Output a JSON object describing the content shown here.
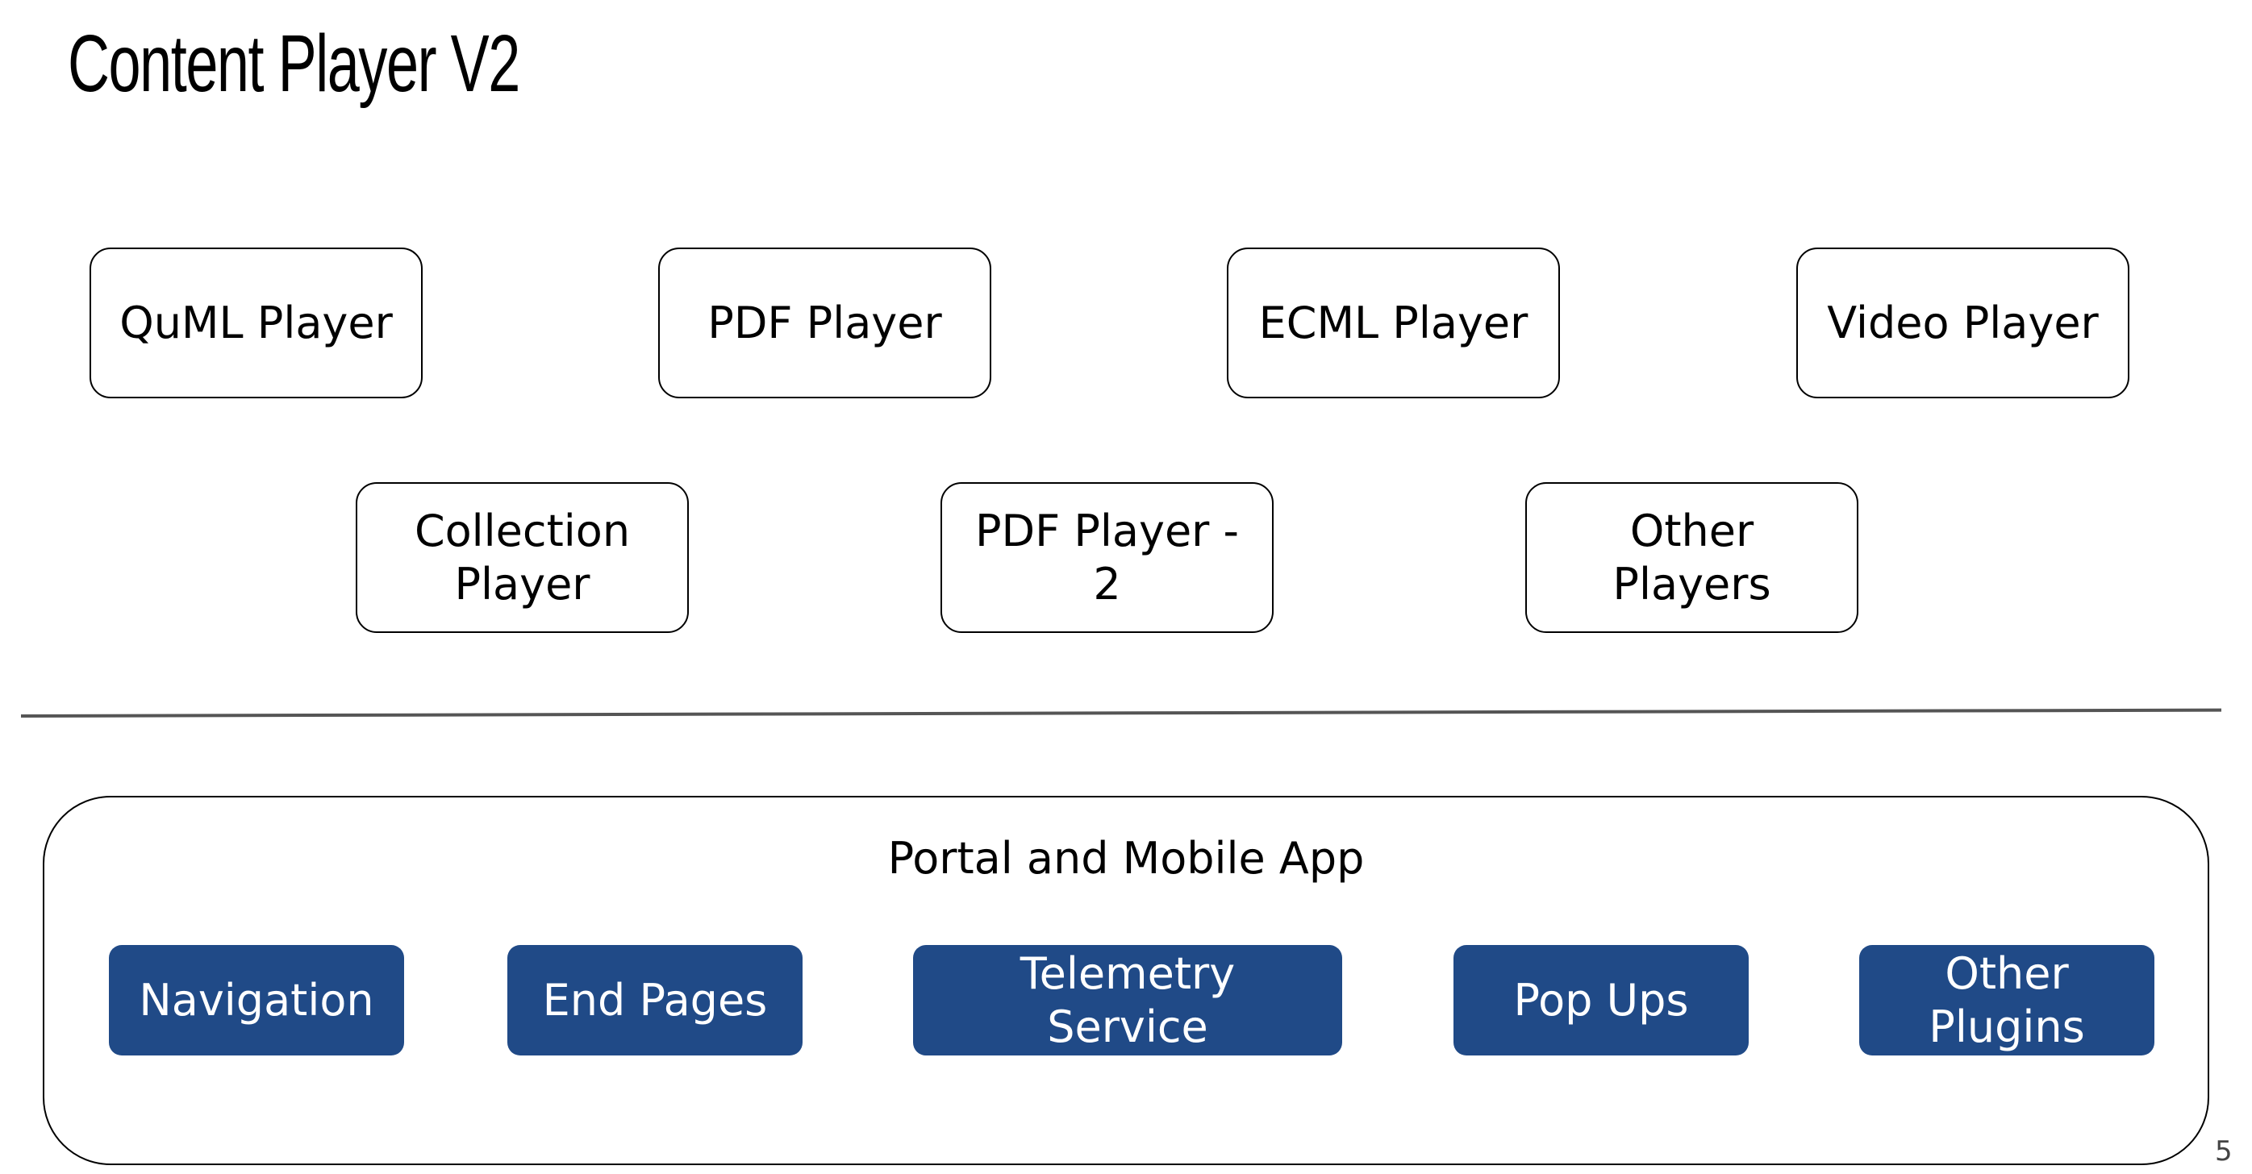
{
  "slide": {
    "title": "Content Player V2",
    "page_number": "5"
  },
  "players": {
    "row1": [
      {
        "label": "QuML Player"
      },
      {
        "label": "PDF Player"
      },
      {
        "label": "ECML Player"
      },
      {
        "label": "Video Player"
      }
    ],
    "row2": [
      {
        "label": "Collection Player"
      },
      {
        "label": "PDF Player - 2"
      },
      {
        "label": "Other Players"
      }
    ]
  },
  "host": {
    "title": "Portal and Mobile App",
    "plugins": [
      {
        "label": "Navigation"
      },
      {
        "label": "End Pages"
      },
      {
        "label": "Telemetry Service"
      },
      {
        "label": "Pop Ups"
      },
      {
        "label": "Other Plugins"
      }
    ]
  },
  "colors": {
    "plugin_fill": "#204a87",
    "plugin_text": "#ffffff",
    "box_border": "#000000",
    "divider": "#555555"
  }
}
